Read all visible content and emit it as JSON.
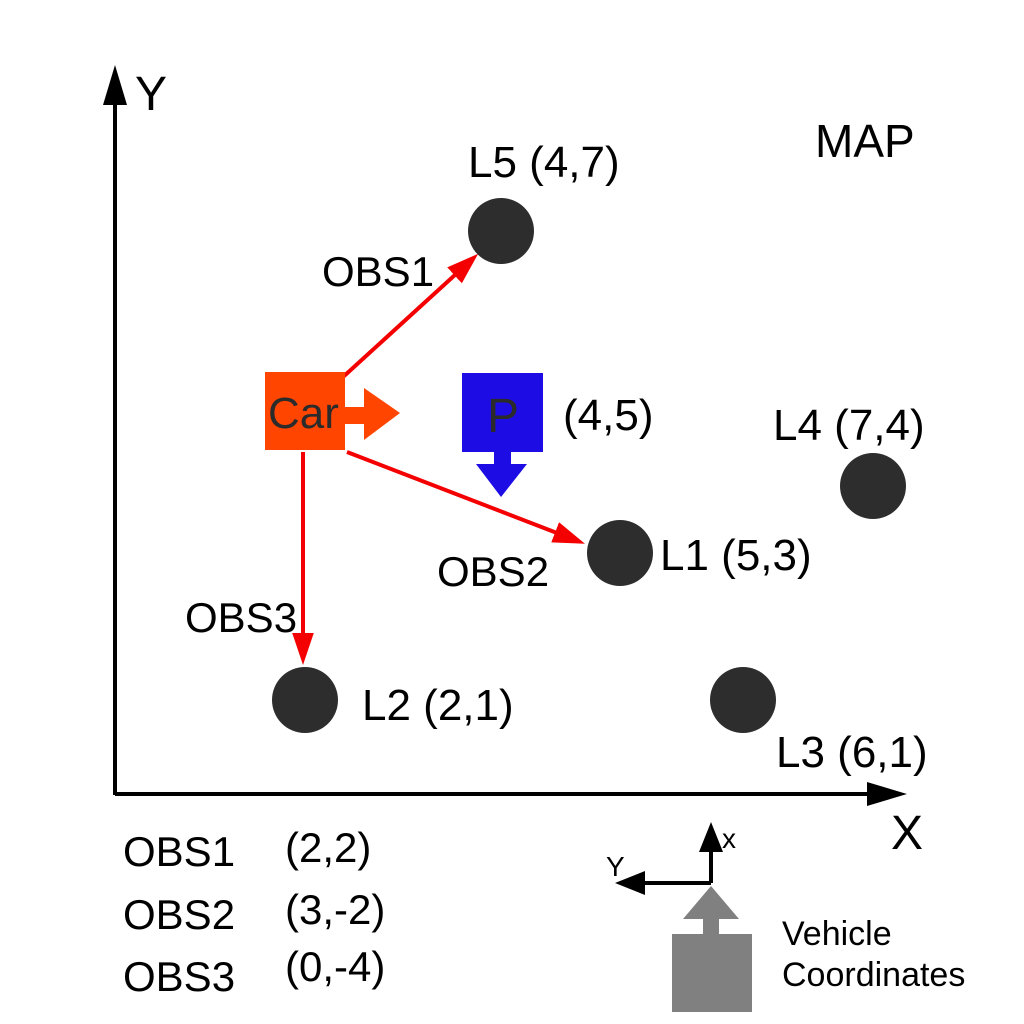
{
  "diagram": {
    "title": "MAP",
    "axes": {
      "x_label": "X",
      "y_label": "Y"
    },
    "car": {
      "label": "Car"
    },
    "estimate": {
      "label": "P",
      "coords": "(4,5)"
    },
    "landmarks": [
      {
        "id": "L1",
        "label": "L1 (5,3)"
      },
      {
        "id": "L2",
        "label": "L2 (2,1)"
      },
      {
        "id": "L3",
        "label": "L3 (6,1)"
      },
      {
        "id": "L4",
        "label": "L4 (7,4)"
      },
      {
        "id": "L5",
        "label": "L5 (4,7)"
      }
    ],
    "observations": [
      {
        "id": "OBS1",
        "label": "OBS1",
        "value": "(2,2)"
      },
      {
        "id": "OBS2",
        "label": "OBS2",
        "value": "(3,-2)"
      },
      {
        "id": "OBS3",
        "label": "OBS3",
        "value": "(0,-4)"
      }
    ],
    "vehicle_legend": {
      "x_label": "x",
      "y_label": "Y",
      "caption_line1": "Vehicle",
      "caption_line2": "Coordinates"
    },
    "colors": {
      "car": "#ff4500",
      "estimate": "#1e0ce4",
      "observation_ray": "#f50000",
      "landmark": "#2d2d2d",
      "vehicle_icon": "#808080",
      "axis": "#000000"
    }
  }
}
